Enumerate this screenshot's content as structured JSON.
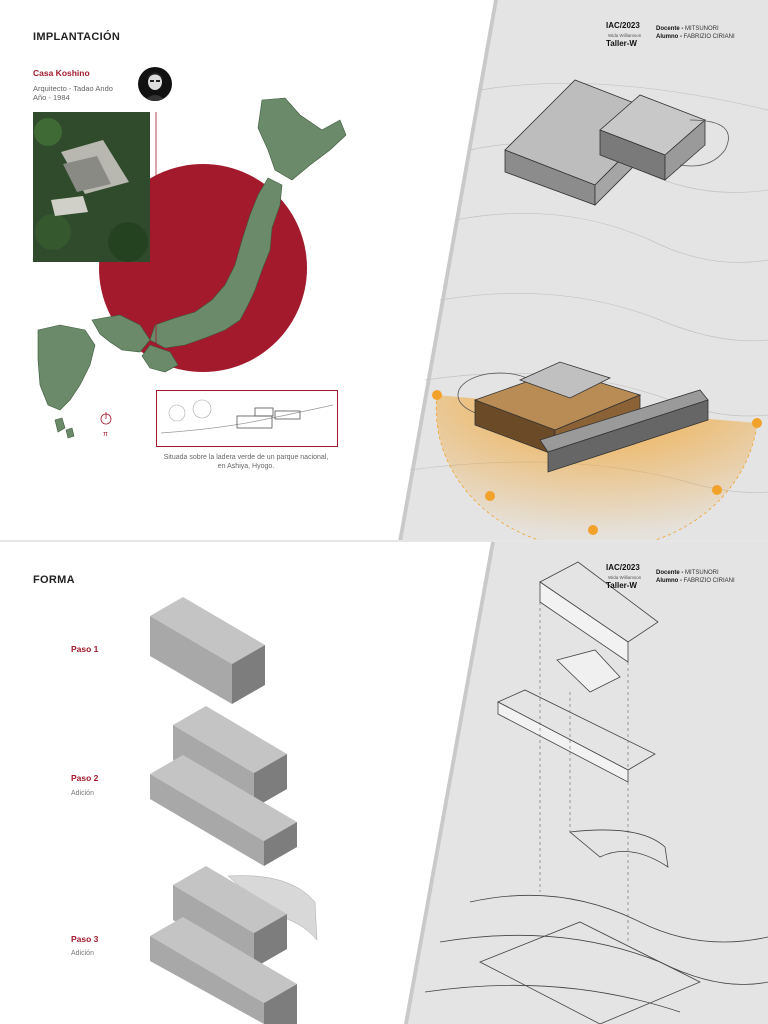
{
  "implantacion": {
    "title": "IMPLANTACIÓN",
    "house_name": "Casa Koshino",
    "architect": "Arquitecto - Tadao Ando",
    "year": "Año - 1984",
    "caption": "Situada sobre la ladera verde de un parque nacional, en Ashiya, Hyogo."
  },
  "forma": {
    "title": "FORMA",
    "steps": [
      {
        "label": "Paso 1",
        "sub": ""
      },
      {
        "label": "Paso 2",
        "sub": "Adición"
      },
      {
        "label": "Paso 3",
        "sub": "Adición"
      }
    ]
  },
  "header": {
    "iac": "IAC/2023",
    "teacher_prefix": "Docente - ",
    "teacher": "MITSUNORI",
    "student_prefix": "Alumno - ",
    "student": "FABRIZIO CIRIANI",
    "brand_small": "Wida Williamson",
    "taller": "Taller-W"
  },
  "colors": {
    "accent": "#a31a2c",
    "sun": "#f2a22a",
    "panel": "#e3e3e3"
  }
}
